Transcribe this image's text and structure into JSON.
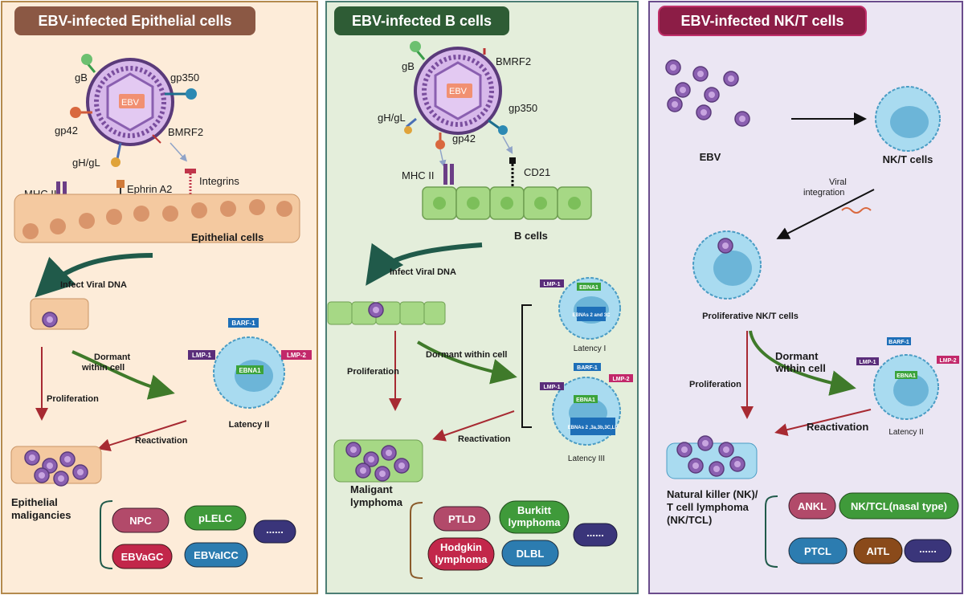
{
  "panels": {
    "epithelial": {
      "title": "EBV-infected Epithelial cells",
      "virus_center": "EBV",
      "virus_labels": {
        "gB": "gB",
        "gp350": "gp350",
        "gp42": "gp42",
        "BMRF2": "BMRF2",
        "gHgL": "gH/gL"
      },
      "receptors": {
        "mhc": "MHC II",
        "ephrin": "Ephrin A2",
        "integrins": "Integrins"
      },
      "cells_label": "Epithelial cells",
      "infect": "Infect Viral DNA",
      "dormant": "Dormant within cell",
      "proliferation": "Proliferation",
      "reactivation": "Reactivation",
      "latency": "Latency II",
      "latency_tags": {
        "barf": "BARF-1",
        "lmp1": "LMP-1",
        "lmp2": "LMP-2",
        "ebna1": "EBNA1"
      },
      "outcome": "Epithelial maligancies",
      "diseases": [
        "NPC",
        "pLELC",
        "EBVaGC",
        "EBVaICC",
        "......"
      ],
      "colors": {
        "bg": "#fdecd9",
        "border": "#b48a4e",
        "header": "#8b5844"
      }
    },
    "bcell": {
      "title": "EBV-infected B cells",
      "virus_center": "EBV",
      "virus_labels": {
        "gB": "gB",
        "BMRF2": "BMRF2",
        "gHgL": "gH/gL",
        "gp350": "gp350",
        "gp42": "gp42"
      },
      "receptors": {
        "mhc": "MHC II",
        "cd21": "CD21"
      },
      "cells_label": "B cells",
      "infect": "Infect Viral DNA",
      "dormant": "Dormant within cell",
      "proliferation": "Proliferation",
      "reactivation": "Reactivation",
      "latency1": "Latency I",
      "latency3": "Latency III",
      "latency_tags": {
        "lmp1": "LMP-1",
        "ebna1": "EBNA1",
        "ebna23c": "EBNAs 2 and 3C",
        "barf": "BARF-1",
        "lmp2": "LMP-2",
        "ebnas": "EBNAs 2 ,3a,3b,3C,LP"
      },
      "outcome": "Maligant lymphoma",
      "diseases": [
        "PTLD",
        "Burkitt lymphoma",
        "Hodgkin lymphoma",
        "DLBL",
        "......"
      ],
      "colors": {
        "bg": "#e4eedb",
        "border": "#4c7e74",
        "header": "#2e5c35"
      }
    },
    "nkt": {
      "title": "EBV-infected NK/T cells",
      "ebv_label": "EBV",
      "cell_label": "NK/T cells",
      "integration": "Viral integration",
      "prolif_cells": "Proliferative NK/T cells",
      "dormant": "Dormant within cell",
      "proliferation": "Proliferation",
      "reactivation": "Reactivation",
      "latency": "Latency II",
      "latency_tags": {
        "barf": "BARF-1",
        "lmp1": "LMP-1",
        "lmp2": "LMP-2",
        "ebna1": "EBNA1"
      },
      "outcome": "Natural killer (NK)/ T cell lymphoma (NK/TCL)",
      "diseases": [
        "ANKL",
        "NK/TCL(nasal type)",
        "PTCL",
        "AITL",
        "......"
      ],
      "colors": {
        "bg": "#ebe6f3",
        "border": "#6a4c8c",
        "header": "#8c1d46"
      }
    }
  }
}
